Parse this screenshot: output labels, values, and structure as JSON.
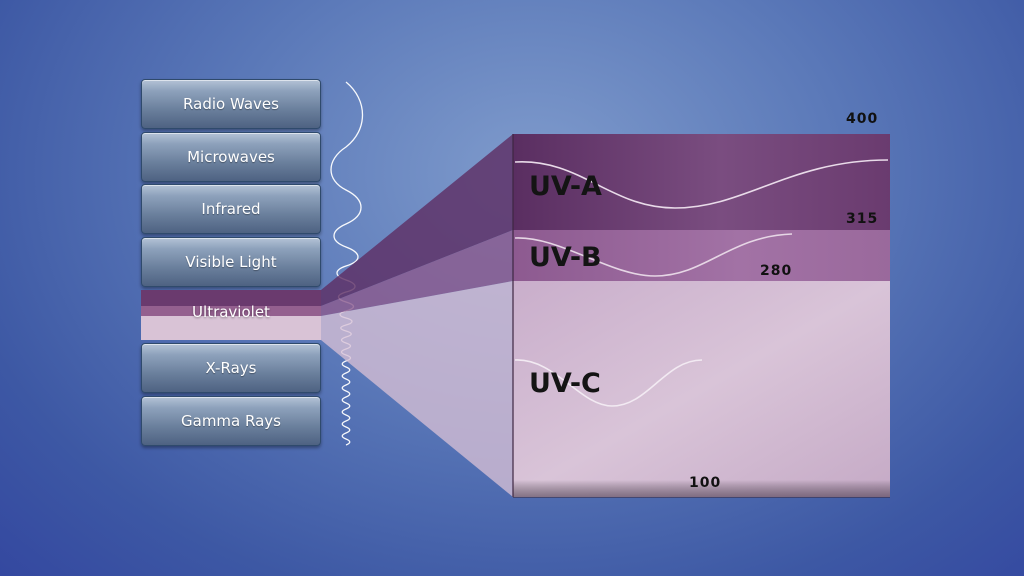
{
  "spectrum_bands": [
    {
      "label": "Radio Waves"
    },
    {
      "label": "Microwaves"
    },
    {
      "label": "Infrared"
    },
    {
      "label": "Visible Light"
    },
    {
      "label": "Ultraviolet"
    },
    {
      "label": "X-Rays"
    },
    {
      "label": "Gamma Rays"
    }
  ],
  "uv_zoom": {
    "bands": [
      {
        "name": "UV-A",
        "color": "#6e3f73"
      },
      {
        "name": "UV-B",
        "color": "#98639a"
      },
      {
        "name": "UV-C",
        "color": "#dcc6da"
      }
    ],
    "wavelengths": [
      "400",
      "315",
      "280",
      "100"
    ]
  },
  "colors": {
    "background": "#4a66ae",
    "band_button": "#6a7f9c",
    "uv_a": "#6e3f73",
    "uv_b": "#98639a",
    "uv_c": "#dcc6da"
  }
}
